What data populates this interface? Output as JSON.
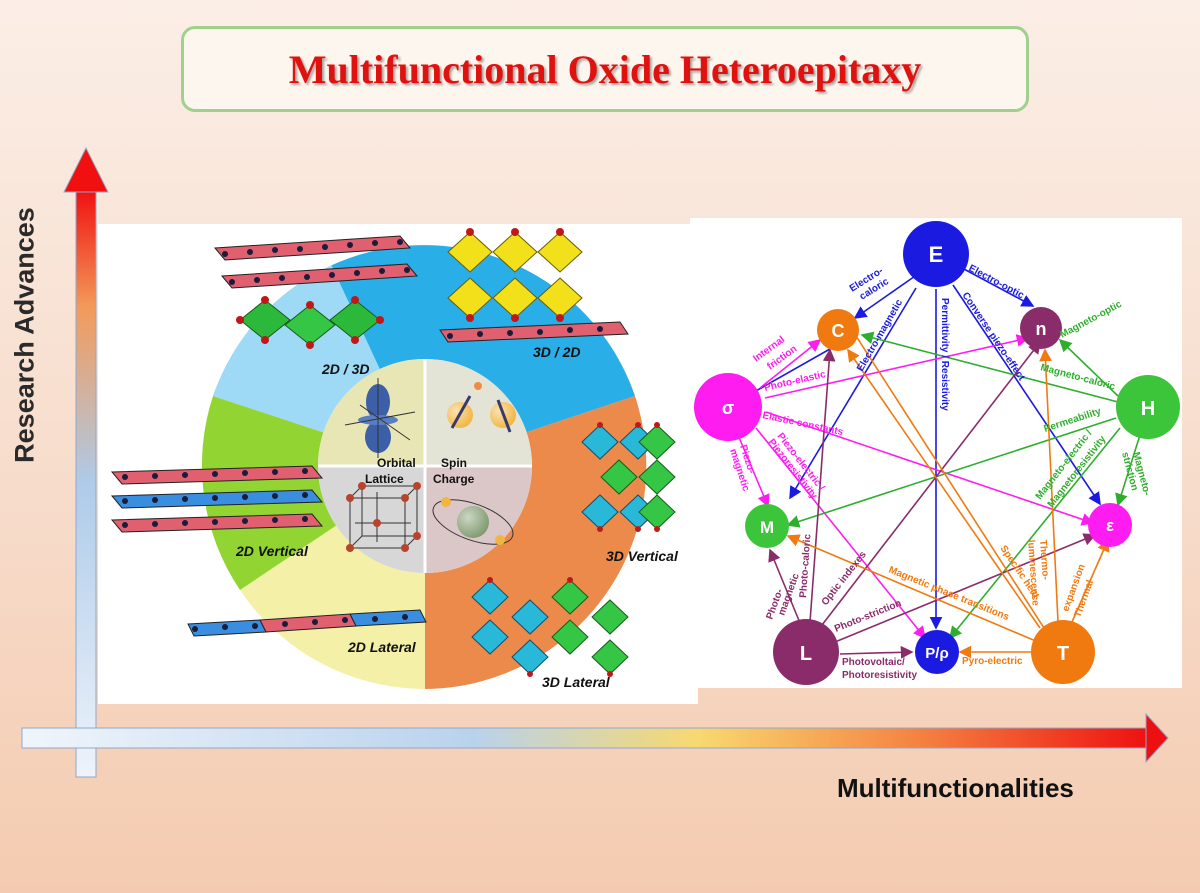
{
  "title": "Multifunctional Oxide Heteroepitaxy",
  "axes": {
    "y_label": "Research Advances",
    "x_label": "Multifunctionalities"
  },
  "heterostructure_wheel": {
    "ring_labels": {
      "top_left": "2D / 3D",
      "top_right": "3D / 2D",
      "left": "2D Vertical",
      "bottom_left": "2D Lateral",
      "right": "3D Vertical",
      "bottom_right": "3D Lateral"
    },
    "center_labels": {
      "orbital": "Orbital",
      "spin": "Spin",
      "lattice": "Lattice",
      "charge": "Charge"
    },
    "colors": {
      "blue_sector": "#29aee8",
      "orange_sector": "#ec8a4c",
      "green_sector": "#92d532",
      "yellow_sector": "#f4f0a8"
    }
  },
  "coupling_network": {
    "nodes": {
      "E": {
        "label": "E",
        "color": "#1a1ae0"
      },
      "C": {
        "label": "C",
        "color": "#f07a10"
      },
      "n": {
        "label": "n",
        "color": "#8a2c6a"
      },
      "sigma": {
        "label": "σ",
        "color": "#ff1cf0"
      },
      "H": {
        "label": "H",
        "color": "#3cc43a"
      },
      "M": {
        "label": "M",
        "color": "#3cc43a"
      },
      "epsilon": {
        "label": "ε",
        "color": "#ff1cf0"
      },
      "L": {
        "label": "L",
        "color": "#8a2c6a"
      },
      "P": {
        "label": "P/ρ",
        "color": "#1a1ae0"
      },
      "T": {
        "label": "T",
        "color": "#f07a10"
      }
    },
    "edge_labels": {
      "electro_caloric_1": "Electro-",
      "electro_caloric_2": "caloric",
      "electro_optic": "Electro-optic",
      "electro_magnetic": "Electro-magnetic",
      "permittivity": "Permittivity / Resistivity",
      "converse_piezo": "Converse piezo-effect",
      "internal_friction_1": "Internal",
      "internal_friction_2": "friction",
      "photo_elastic": "Photo-elastic",
      "magneto_optic": "Magneto-optic",
      "magneto_caloric": "Magneto-caloric",
      "elastic_constants": "Elastic constants",
      "piezo_electric_1": "Piezo-electric /",
      "piezo_electric_2": "Piezoresistivity",
      "piezo_magnetic_1": "Piezo-",
      "piezo_magnetic_2": "magnetic",
      "permeability": "Permeability",
      "magnetoelectric_1": "Magneto-electric /",
      "magnetoelectric_2": "Magnetoresistivity",
      "magnetostriction_1": "Magneto-",
      "magnetostriction_2": "striction",
      "photomagnetic_1": "Photo-",
      "photomagnetic_2": "magnetic",
      "photo_caloric": "Photo-caloric",
      "optic_indexes": "Optic indexes",
      "magnetic_phase": "Magnetic phase transitions",
      "specific_heat": "Specific heat",
      "thermoluminescence_1": "Thermo-",
      "thermoluminescence_2": "luminescence",
      "thermal_expansion_1": "Thermal",
      "thermal_expansion_2": "expansion",
      "photo_striction": "Photo-striction",
      "photovoltaic_1": "Photovoltaic/",
      "photovoltaic_2": "Photoresistivity",
      "pyro_electric": "Pyro-electric"
    }
  }
}
